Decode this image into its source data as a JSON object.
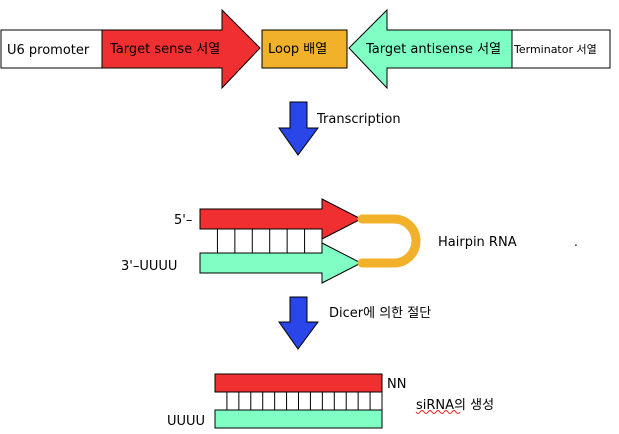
{
  "colors": {
    "sense": "#f03030",
    "loop": "#f2b12a",
    "antisense": "#7fffc4",
    "transcription_arrow": "#2a45e8",
    "outline": "#000000"
  },
  "construct": {
    "promoter": "U6 promoter",
    "sense": "Target sense 서열",
    "loop": "Loop 배열",
    "antisense": "Target antisense 서열",
    "terminator": "Terminator 서열"
  },
  "step1": {
    "label": "Transcription"
  },
  "hairpin": {
    "five_prime": "5'–",
    "three_prime": "3'–UUUU",
    "label": "Hairpin RNA",
    "rungs": 7
  },
  "step2": {
    "label": "Dicer에 의한 절단"
  },
  "sirna": {
    "nn": "NN",
    "uuuu": "UUUU",
    "label": "siRNA의 생성",
    "rungs": 14
  },
  "dot": "."
}
